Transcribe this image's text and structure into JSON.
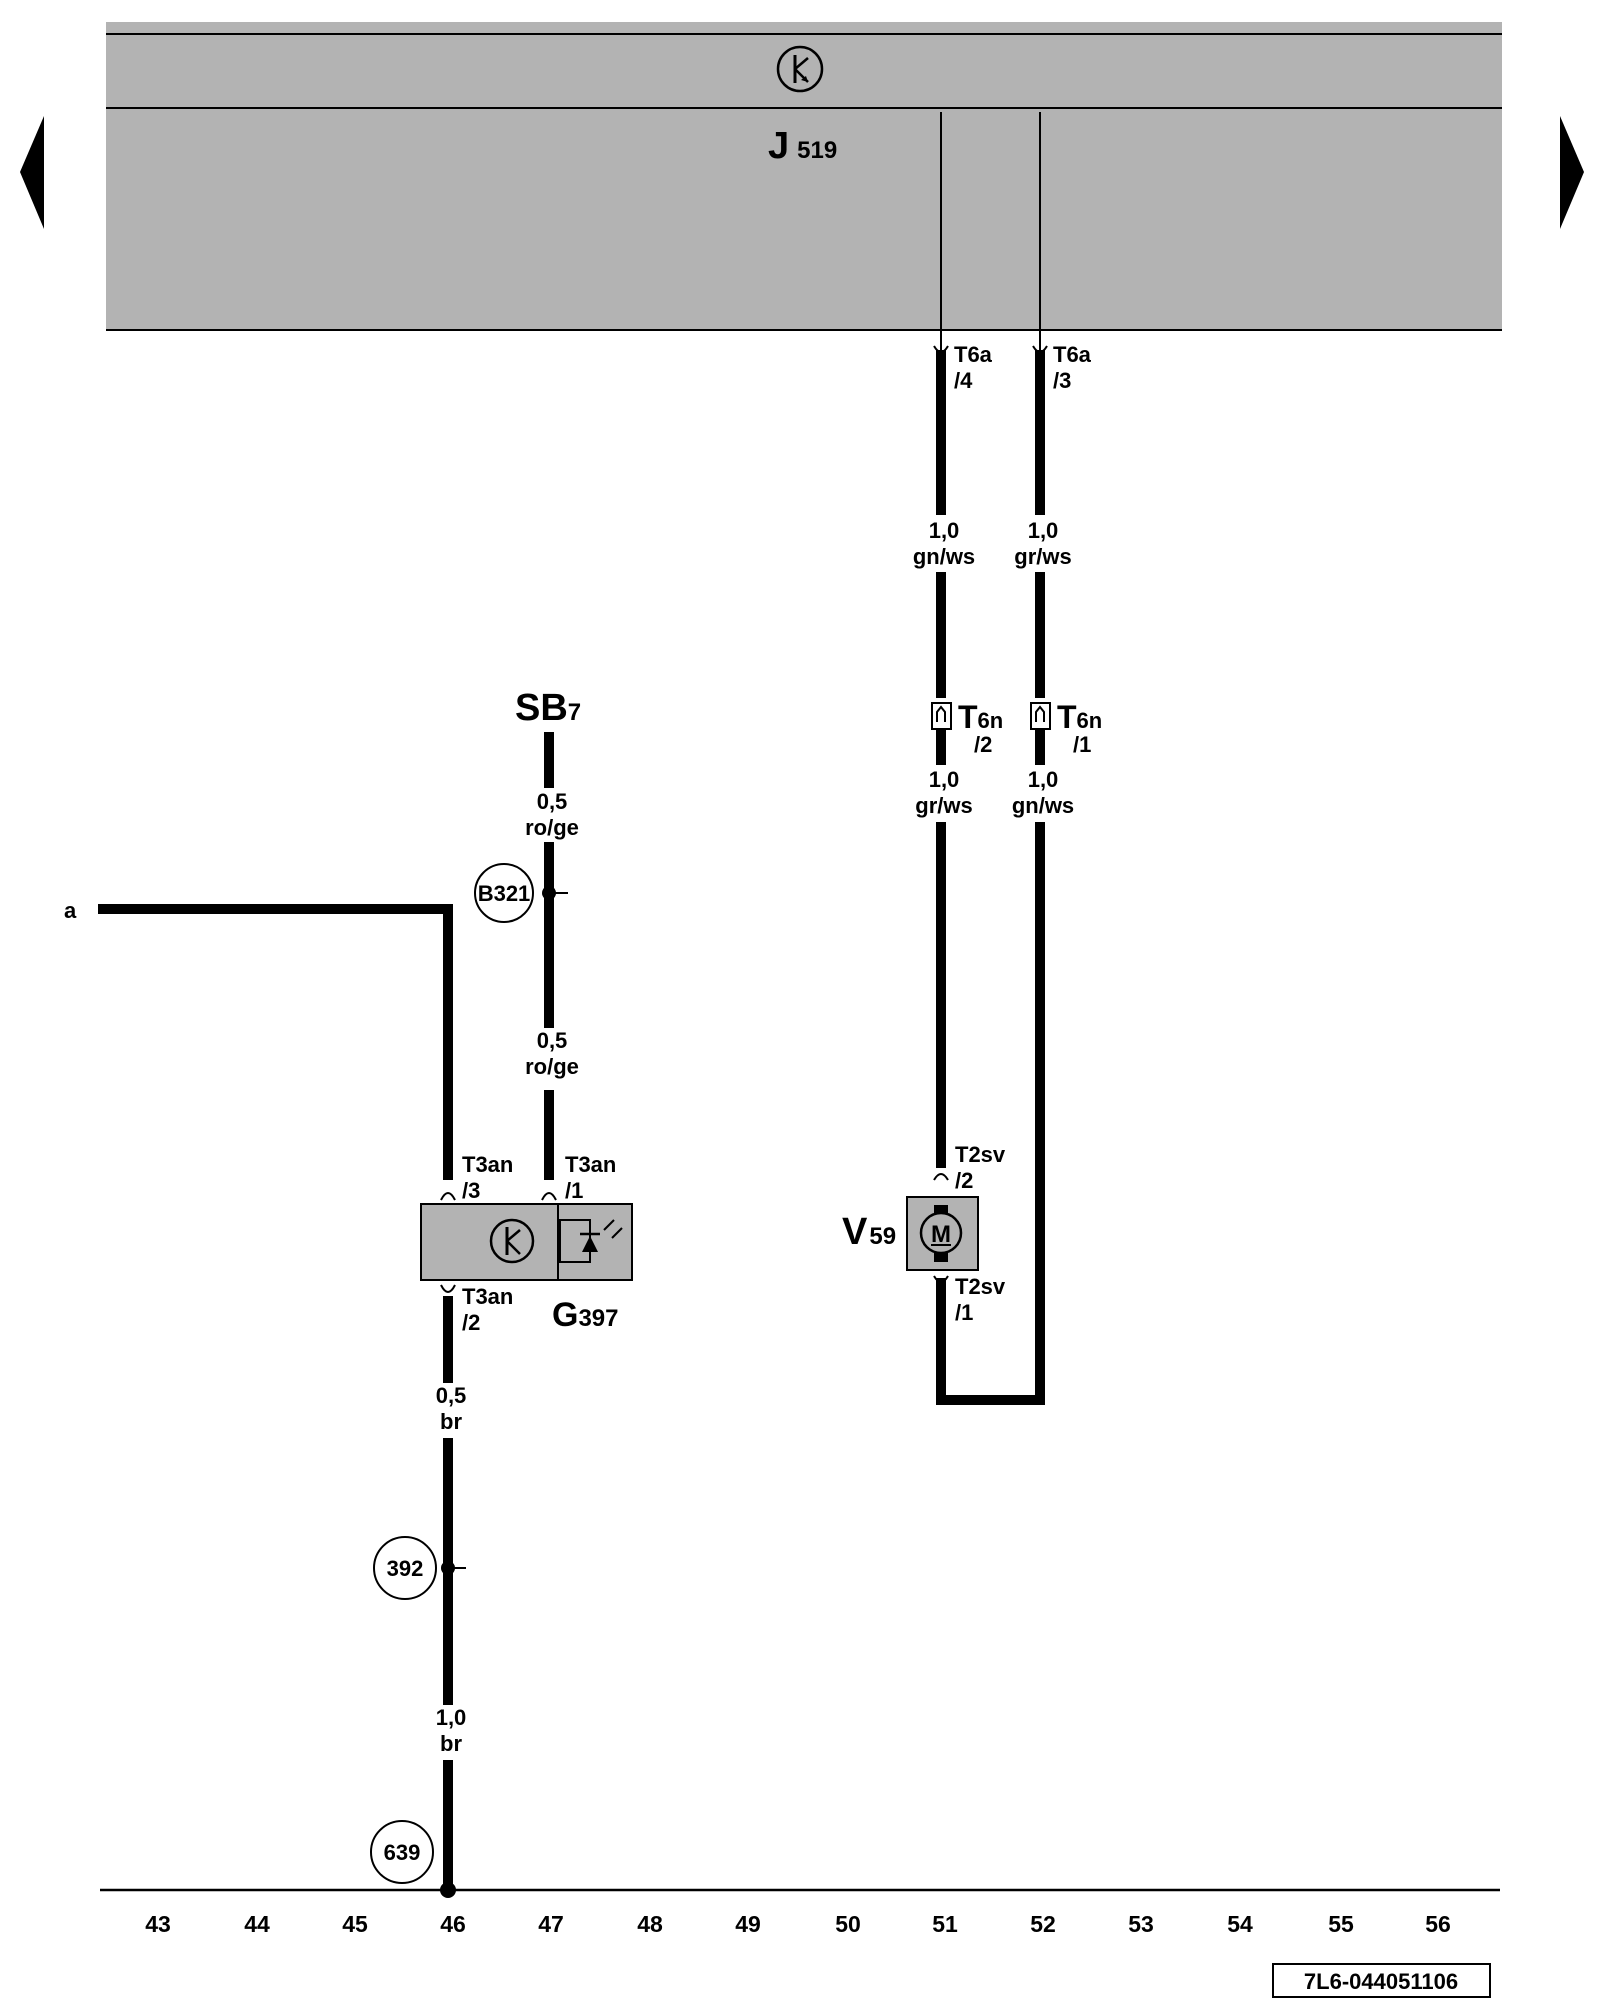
{
  "navigation": {
    "prev_label": "previous page",
    "next_label": "next page"
  },
  "control_unit": {
    "name": "J",
    "sub": "519",
    "symbol": "electronic-control-unit-icon"
  },
  "connectors": {
    "t6a_4": {
      "name": "T6a",
      "pin": "/4"
    },
    "t6a_3": {
      "name": "T6a",
      "pin": "/3"
    },
    "t6n_2": {
      "name": "T",
      "sub": "6n",
      "pin": "/2"
    },
    "t6n_1": {
      "name": "T",
      "sub": "6n",
      "pin": "/1"
    },
    "t3an_3": {
      "name": "T3an",
      "pin": "/3"
    },
    "t3an_1": {
      "name": "T3an",
      "pin": "/1"
    },
    "t3an_2": {
      "name": "T3an",
      "pin": "/2"
    },
    "t2sv_2": {
      "name": "T2sv",
      "pin": "/2"
    },
    "t2sv_1": {
      "name": "T2sv",
      "pin": "/1"
    }
  },
  "wires": {
    "w51_upper": {
      "size": "1,0",
      "color": "gn/ws"
    },
    "w52_upper": {
      "size": "1,0",
      "color": "gr/ws"
    },
    "w51_lower": {
      "size": "1,0",
      "color": "gr/ws"
    },
    "w52_lower": {
      "size": "1,0",
      "color": "gn/ws"
    },
    "w47_upper": {
      "size": "0,5",
      "color": "ro/ge"
    },
    "w47_lower": {
      "size": "0,5",
      "color": "ro/ge"
    },
    "w46_upper": {
      "size": "0,5",
      "color": "br"
    },
    "w46_lower": {
      "size": "1,0",
      "color": "br"
    }
  },
  "fuse": {
    "name": "SB",
    "sub": "7"
  },
  "splice_b321": "B321",
  "ground_392": "392",
  "ground_639": "639",
  "input_a": "a",
  "sensor": {
    "name": "G",
    "sub": "397"
  },
  "motor": {
    "name": "V",
    "sub": "59",
    "symbol": "M"
  },
  "grid_numbers": [
    "43",
    "44",
    "45",
    "46",
    "47",
    "48",
    "49",
    "50",
    "51",
    "52",
    "53",
    "54",
    "55",
    "56"
  ],
  "drawing_ref": "7L6-044051106"
}
